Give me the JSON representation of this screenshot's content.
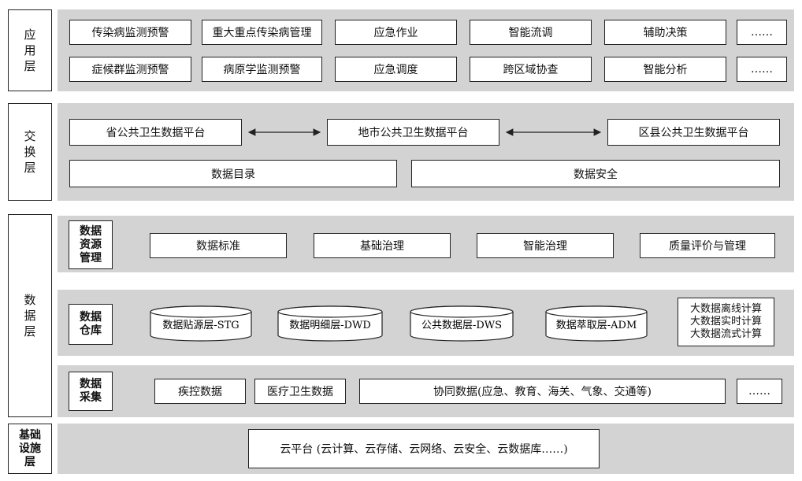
{
  "layers": {
    "application": "应用层",
    "exchange": "交换层",
    "data": "数据层",
    "infrastructure": "基础设施层"
  },
  "application": {
    "row1": [
      "传染病监测预警",
      "重大重点传染病管理",
      "应急作业",
      "智能流调",
      "辅助决策",
      "……"
    ],
    "row2": [
      "症候群监测预警",
      "病原学监测预警",
      "应急调度",
      "跨区域协查",
      "智能分析",
      "……"
    ]
  },
  "exchange": {
    "platforms": [
      "省公共卫生数据平台",
      "地市公共卫生数据平台",
      "区县公共卫生数据平台"
    ],
    "catalog": "数据目录",
    "security": "数据安全"
  },
  "data_layer": {
    "resource_mgmt": {
      "label": "数据资源管理",
      "items": [
        "数据标准",
        "基础治理",
        "智能治理",
        "质量评价与管理"
      ]
    },
    "warehouse": {
      "label": "数据仓库",
      "stages": [
        "数据贴源层-STG",
        "数据明细层-DWD",
        "公共数据层-DWS",
        "数据萃取层-ADM"
      ],
      "compute": [
        "大数据离线计算",
        "大数据实时计算",
        "大数据流式计算"
      ]
    },
    "collection": {
      "label": "数据采集",
      "items": [
        "疾控数据",
        "医疗卫生数据",
        "协同数据(应急、教育、海关、气象、交通等)",
        "……"
      ]
    }
  },
  "infrastructure": {
    "cloud": "云平台 (云计算、云存储、云网络、云安全、云数据库……)"
  }
}
